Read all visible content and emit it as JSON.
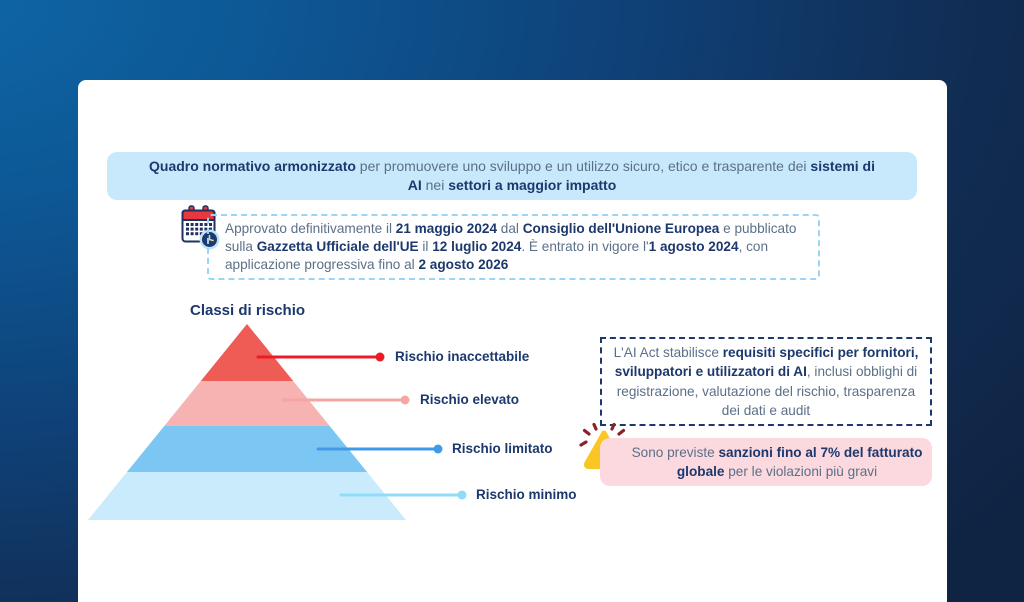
{
  "banner": {
    "segments": [
      {
        "text": "Quadro normativo armonizzato",
        "bold": true
      },
      {
        "text": " per promuovere uno sviluppo e un utilizzo sicuro, etico e trasparente dei ",
        "bold": false
      },
      {
        "text": "sistemi di AI",
        "bold": true
      },
      {
        "text": " nei ",
        "bold": false
      },
      {
        "text": "settori a maggior impatto",
        "bold": true
      }
    ]
  },
  "approval": {
    "icon": "calendar-clock-icon",
    "segments": [
      {
        "text": "Approvato definitivamente il ",
        "bold": false
      },
      {
        "text": "21 maggio 2024",
        "bold": true
      },
      {
        "text": " dal ",
        "bold": false
      },
      {
        "text": "Consiglio dell'Unione Europea",
        "bold": true
      },
      {
        "text": " e pubblicato sulla ",
        "bold": false
      },
      {
        "text": "Gazzetta Ufficiale dell'UE",
        "bold": true
      },
      {
        "text": " il ",
        "bold": false
      },
      {
        "text": "12 luglio 2024",
        "bold": true
      },
      {
        "text": ". È entrato in vigore l'",
        "bold": false
      },
      {
        "text": "1 agosto 2024",
        "bold": true
      },
      {
        "text": ", con applicazione progressiva fino al ",
        "bold": false
      },
      {
        "text": "2 agosto 2026",
        "bold": true
      }
    ]
  },
  "pyramid": {
    "title": "Classi di rischio",
    "levels": [
      {
        "label": "Rischio inaccettabile",
        "fill": "#ef5b55",
        "line": "#ec1c24"
      },
      {
        "label": "Rischio elevato",
        "fill": "#f6b3b1",
        "line": "#f5a6a3"
      },
      {
        "label": "Rischio limitato",
        "fill": "#7cc6f3",
        "line": "#3f9be8"
      },
      {
        "label": "Rischio minimo",
        "fill": "#c9ebfc",
        "line": "#8edcf8"
      }
    ]
  },
  "requirements": {
    "segments": [
      {
        "text": "L'AI Act stabilisce ",
        "bold": false
      },
      {
        "text": "requisiti specifici per fornitori, sviluppatori e utilizzatori di AI",
        "bold": true
      },
      {
        "text": ", inclusi obblighi di registrazione, valutazione del rischio, trasparenza dei dati e audit",
        "bold": false
      }
    ]
  },
  "sanctions": {
    "icon": "warning-icon",
    "segments": [
      {
        "text": "Sono previste ",
        "bold": false
      },
      {
        "text": "sanzioni fino al 7% del fatturato globale",
        "bold": true
      },
      {
        "text": " per le violazioni più gravi",
        "bold": false
      }
    ]
  },
  "colors": {
    "navy_text": "#1c386d",
    "body_text": "#5b7088",
    "banner_bg": "#c8e9fc",
    "approval_border": "#9dd3f5",
    "requirements_border": "#1c386d",
    "sanctions_bg": "#fbd9de",
    "warning_yellow": "#f9c623",
    "warning_red": "#a8242b"
  }
}
